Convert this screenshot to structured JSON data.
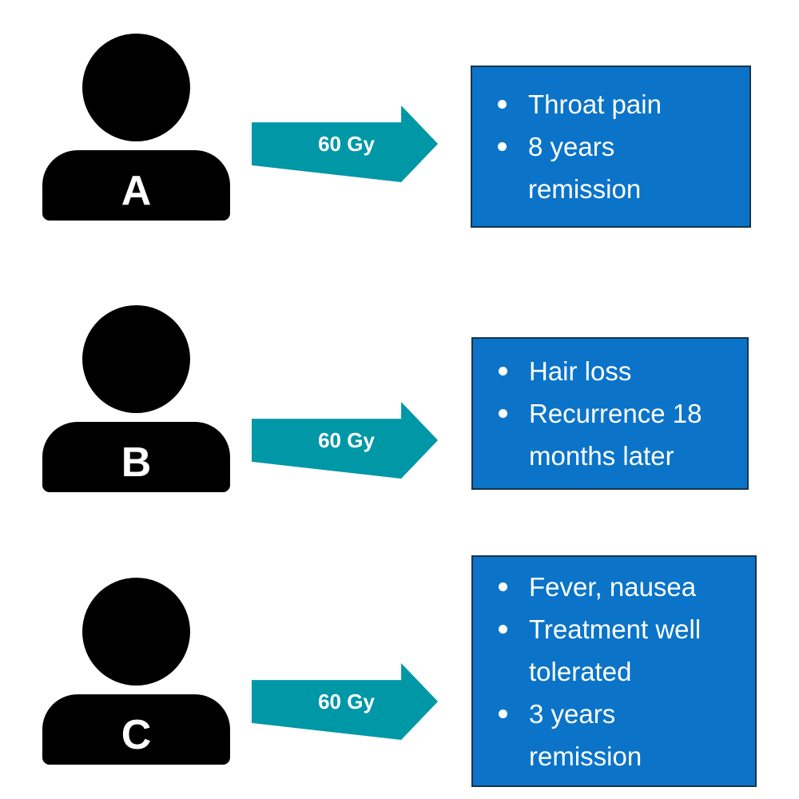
{
  "diagram_title": "",
  "colors": {
    "person_icon": "#000000",
    "arrow_teal": "#0097a7",
    "box_blue": "#0b74c9",
    "box_border": "#16344a",
    "text_white": "#ffffff"
  },
  "rows": [
    {
      "patient_label": "A",
      "dose_label": "60 Gy",
      "outcomes": [
        "Throat pain",
        "8 years\nremission"
      ]
    },
    {
      "patient_label": "B",
      "dose_label": "60 Gy",
      "outcomes": [
        "Hair loss",
        "Recurrence 18\nmonths later"
      ]
    },
    {
      "patient_label": "C",
      "dose_label": "60 Gy",
      "outcomes": [
        "Fever, nausea",
        "Treatment well\ntolerated",
        "3 years\nremission"
      ]
    }
  ]
}
